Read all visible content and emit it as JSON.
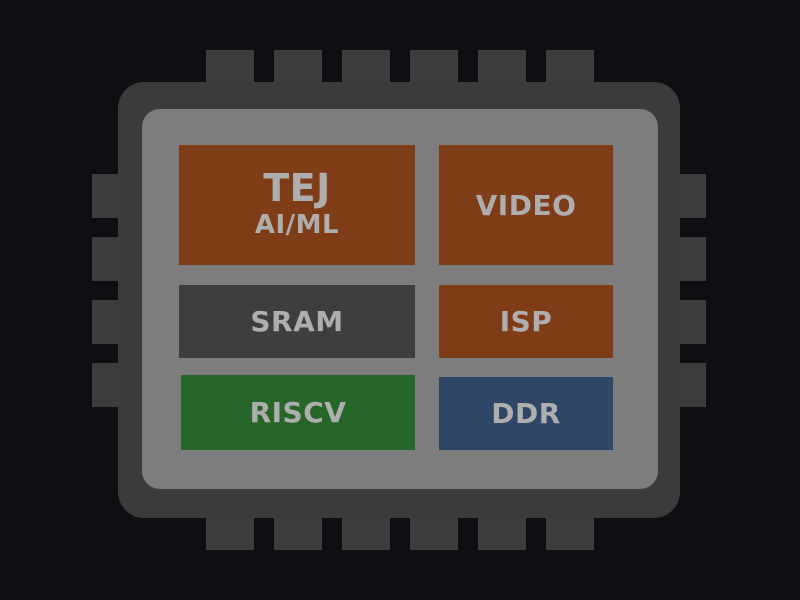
{
  "chip": {
    "blocks": {
      "tej": {
        "title": "TEJ",
        "subtitle": "AI/ML",
        "color": "#7e3c17"
      },
      "video": {
        "label": "VIDEO",
        "color": "#7e3c17"
      },
      "sram": {
        "label": "SRAM",
        "color": "#3e3e3e"
      },
      "isp": {
        "label": "ISP",
        "color": "#7e3c17"
      },
      "riscv": {
        "label": "RISCV",
        "color": "#276629"
      },
      "ddr": {
        "label": "DDR",
        "color": "#2e4767"
      }
    },
    "colors": {
      "background": "#0e0f12",
      "package": "#3b3b3c",
      "die": "#7d7d7d",
      "pins": "#3c3c3c",
      "text": "#aeaeae"
    }
  }
}
